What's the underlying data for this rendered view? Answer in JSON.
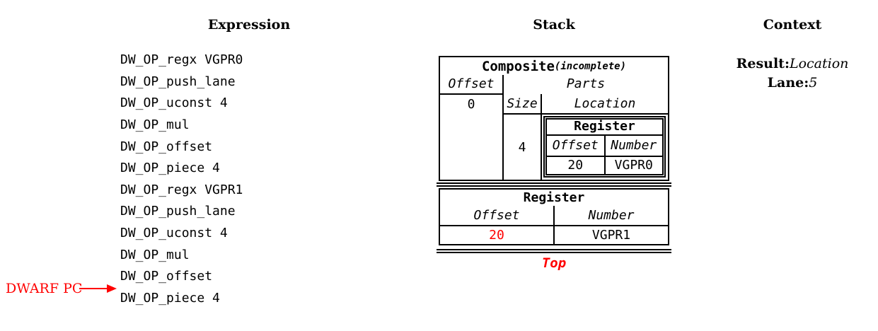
{
  "columns": {
    "expression": {
      "title": "Expression"
    },
    "stack": {
      "title": "Stack"
    },
    "context": {
      "title": "Context"
    }
  },
  "expression": {
    "ops": [
      "DW_OP_regx VGPR0",
      "DW_OP_push_lane",
      "DW_OP_uconst 4",
      "DW_OP_mul",
      "DW_OP_offset",
      "DW_OP_piece 4",
      "DW_OP_regx VGPR1",
      "DW_OP_push_lane",
      "DW_OP_uconst 4",
      "DW_OP_mul",
      "DW_OP_offset",
      "DW_OP_piece 4"
    ],
    "pc_label": "DWARF PC",
    "pc_points_between_ops": [
      10,
      11
    ]
  },
  "stack": {
    "entries": [
      {
        "type": "composite",
        "title": "Composite",
        "qualifier": "(incomplete)",
        "offset_label": "Offset",
        "offset_value": "0",
        "parts_label": "Parts",
        "size_label": "Size",
        "location_label": "Location",
        "parts": [
          {
            "size": "4",
            "location": {
              "type": "register",
              "title": "Register",
              "offset_label": "Offset",
              "number_label": "Number",
              "offset_value": "20",
              "number_value": "VGPR0"
            }
          }
        ]
      },
      {
        "type": "register",
        "title": "Register",
        "offset_label": "Offset",
        "number_label": "Number",
        "offset_value": "20",
        "number_value": "VGPR1",
        "offset_value_highlighted": true
      }
    ],
    "top_label": "Top"
  },
  "context": {
    "result_label": "Result:",
    "result_value": "Location",
    "lane_label": "Lane:",
    "lane_value": "5"
  },
  "colors": {
    "highlight_red": "#ff0000",
    "text": "#000000",
    "border": "#000000",
    "background": "#ffffff"
  }
}
